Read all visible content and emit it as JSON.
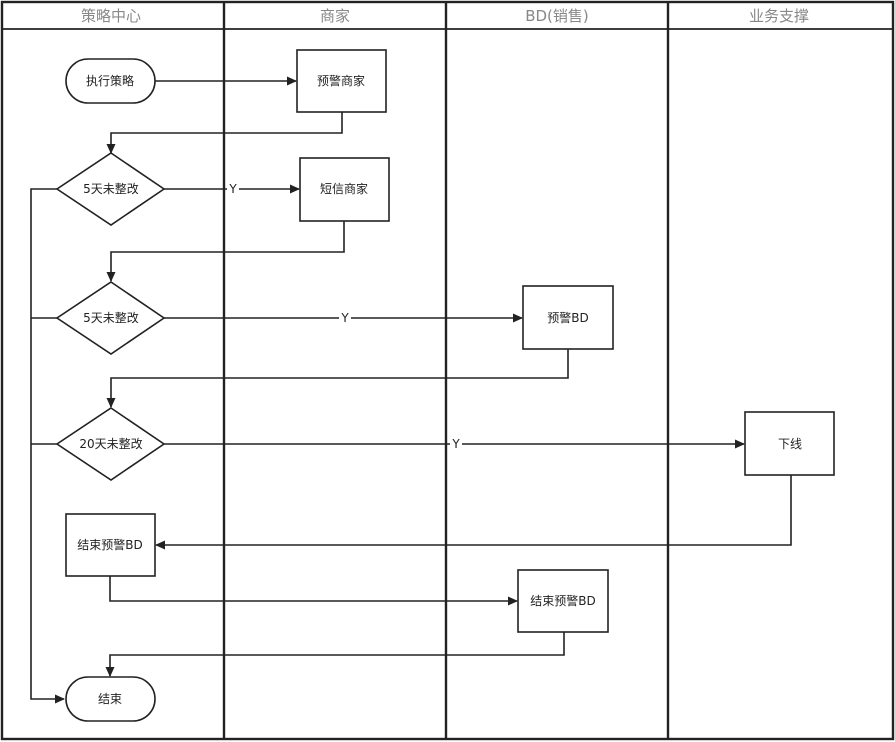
{
  "lanes": [
    {
      "label": "策略中心"
    },
    {
      "label": "商家"
    },
    {
      "label": "BD(销售)"
    },
    {
      "label": "业务支撑"
    }
  ],
  "nodes": {
    "start": "执行策略",
    "warn_merchant": "预警商家",
    "decision1": "5天未整改",
    "sms_merchant": "短信商家",
    "decision2": "5天未整改",
    "warn_bd": "预警BD",
    "decision3": "20天未整改",
    "offline": "下线",
    "end_warn_bd_1": "结束预警BD",
    "end_warn_bd_2": "结束预警BD",
    "end": "结束"
  },
  "edge_labels": {
    "y1": "Y",
    "y2": "Y",
    "y3": "Y"
  },
  "colors": {
    "line": "#222222",
    "header_text": "#888888"
  }
}
